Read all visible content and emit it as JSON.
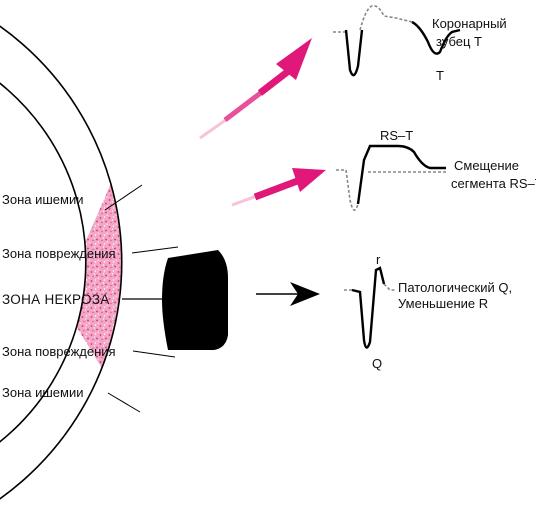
{
  "colors": {
    "ischemia": "#f2a7c8",
    "ischemia_speckle": "#d8336f",
    "injury": "#ee145e",
    "necrosis": "#000000",
    "arrow_pink": "#e0187a",
    "arrow_black": "#000000",
    "wall_outline": "#000000",
    "ecg_dashed": "#888888"
  },
  "zones": {
    "ischemia_top": "Зона ишемии",
    "injury_top": "Зона повреждения",
    "necrosis": "ЗОНА НЕКРОЗА",
    "injury_bottom": "Зона повреждения",
    "ischemia_bottom": "Зона ишемии"
  },
  "ecg": {
    "coronary_t": {
      "label_line1": "Коронарный",
      "label_line2": "зубец Т",
      "wave_label": "Т"
    },
    "st_shift": {
      "segment_label": "RS–T",
      "label_line1": "Смещение",
      "label_line2": "сегмента RS–T"
    },
    "pathologic_q": {
      "label_line1": "Патологический Q,",
      "label_line2": "Уменьшение R",
      "q_label": "Q",
      "r_label": "r"
    }
  }
}
